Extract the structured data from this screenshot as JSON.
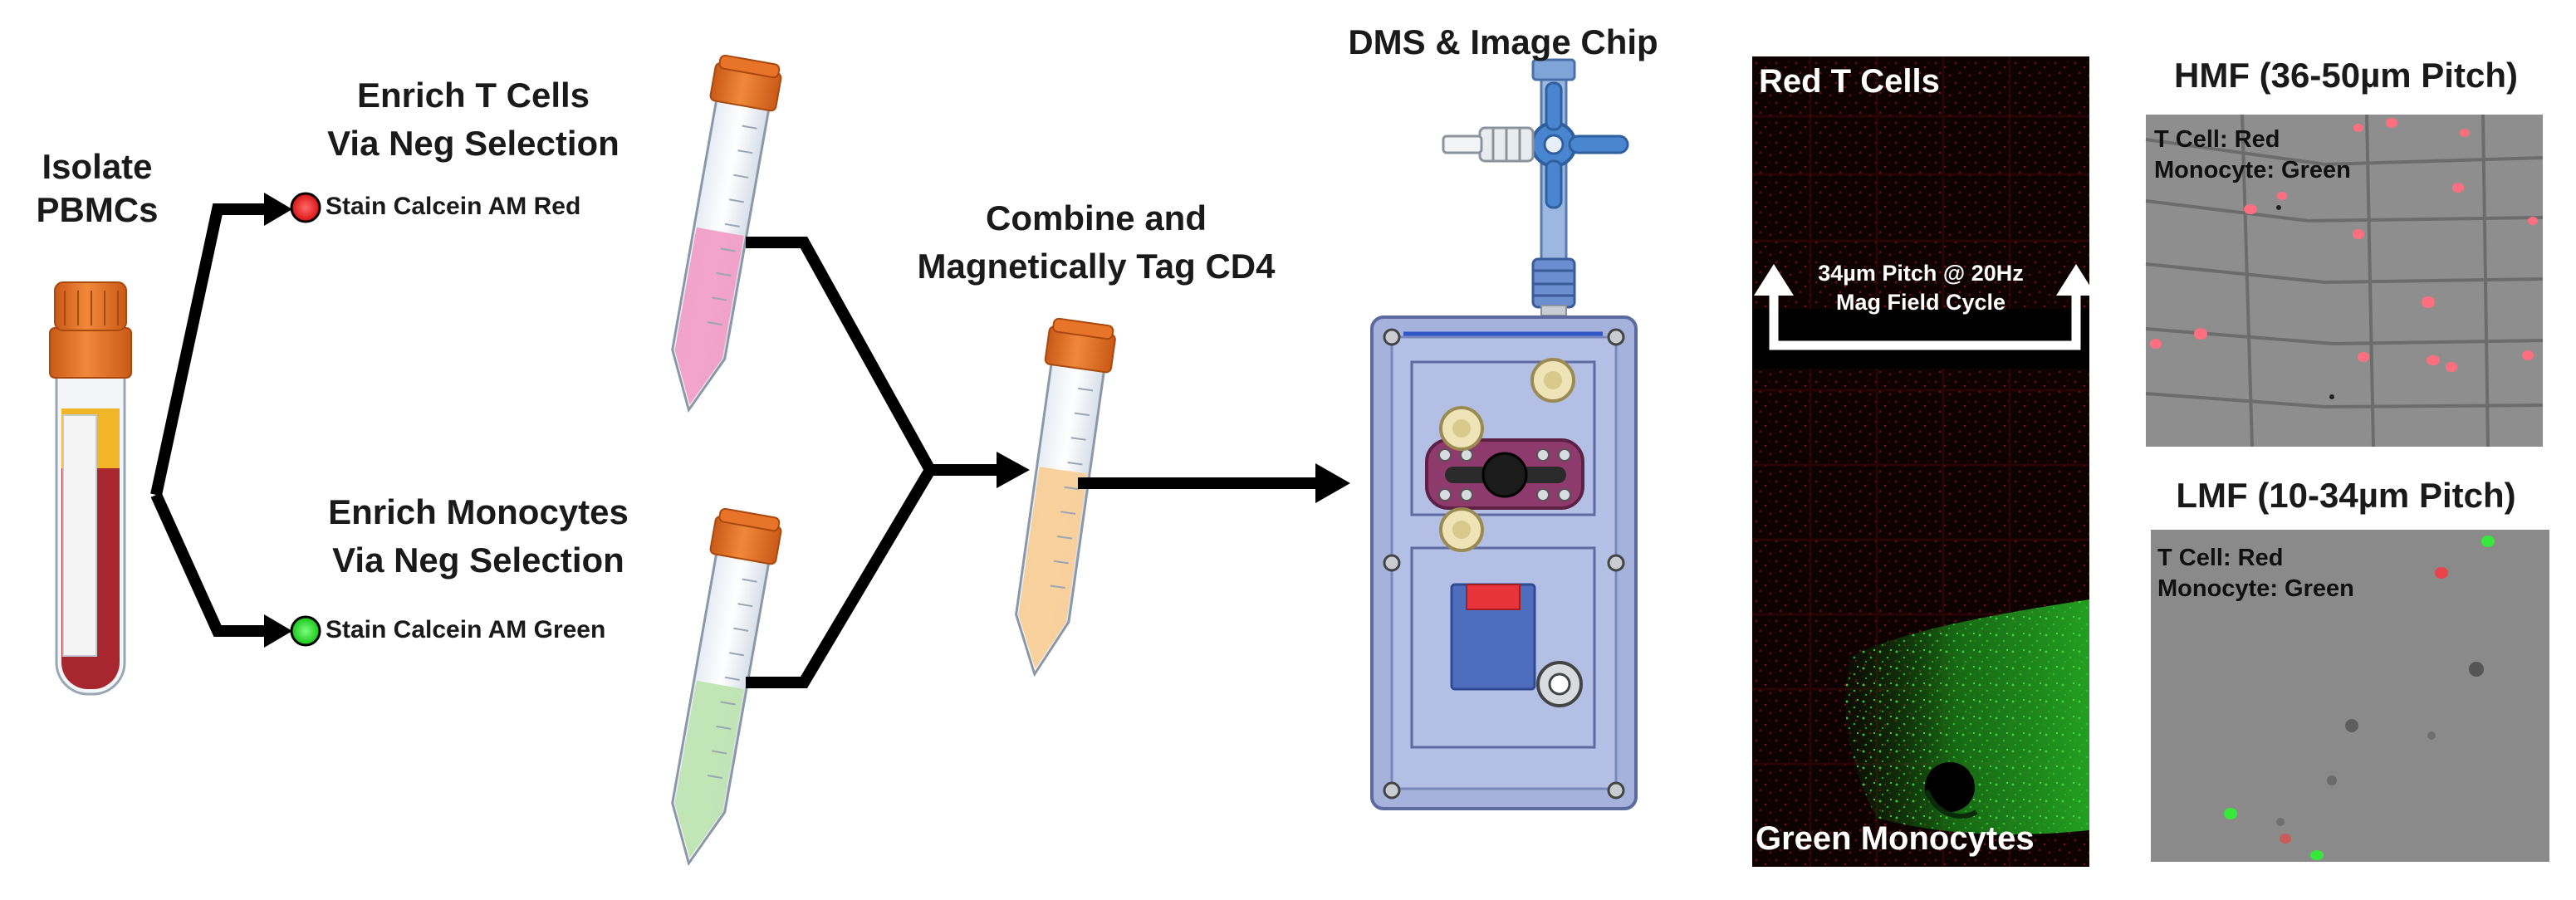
{
  "steps": {
    "isolate": {
      "line1": "Isolate",
      "line2": "PBMCs"
    },
    "enrich_t": {
      "line1": "Enrich T Cells",
      "line2": "Via Neg Selection",
      "stain": "Stain Calcein AM Red"
    },
    "enrich_mono": {
      "line1": "Enrich Monocytes",
      "line2": "Via Neg Selection",
      "stain": "Stain Calcein AM Green"
    },
    "combine": {
      "line1": "Combine and",
      "line2": "Magnetically Tag CD4"
    },
    "chip": {
      "title": "DMS & Image Chip"
    }
  },
  "micrograph": {
    "top_label": "Red T Cells",
    "bottom_label": "Green Monocytes",
    "pitch_line1": "34µm Pitch @ 20Hz",
    "pitch_line2": "Mag Field Cycle"
  },
  "hmf": {
    "title": "HMF (36-50µm Pitch)",
    "legend_line1": "T Cell: Red",
    "legend_line2": "Monocyte: Green"
  },
  "lmf": {
    "title": "LMF (10-34µm Pitch)",
    "legend_line1": "T Cell: Red",
    "legend_line2": "Monocyte: Green"
  },
  "colors": {
    "arrow": "#000000",
    "cap": "#e8742a",
    "blood": "#a8262d",
    "plasma": "#f1b527",
    "red_stain": "#e11b1b",
    "green_stain": "#2fd12f",
    "pink_fluid": "#f29ac4",
    "green_fluid": "#bfe4b2",
    "orange_fluid": "#f8cf98",
    "chip_body": "#a5b2dc"
  }
}
